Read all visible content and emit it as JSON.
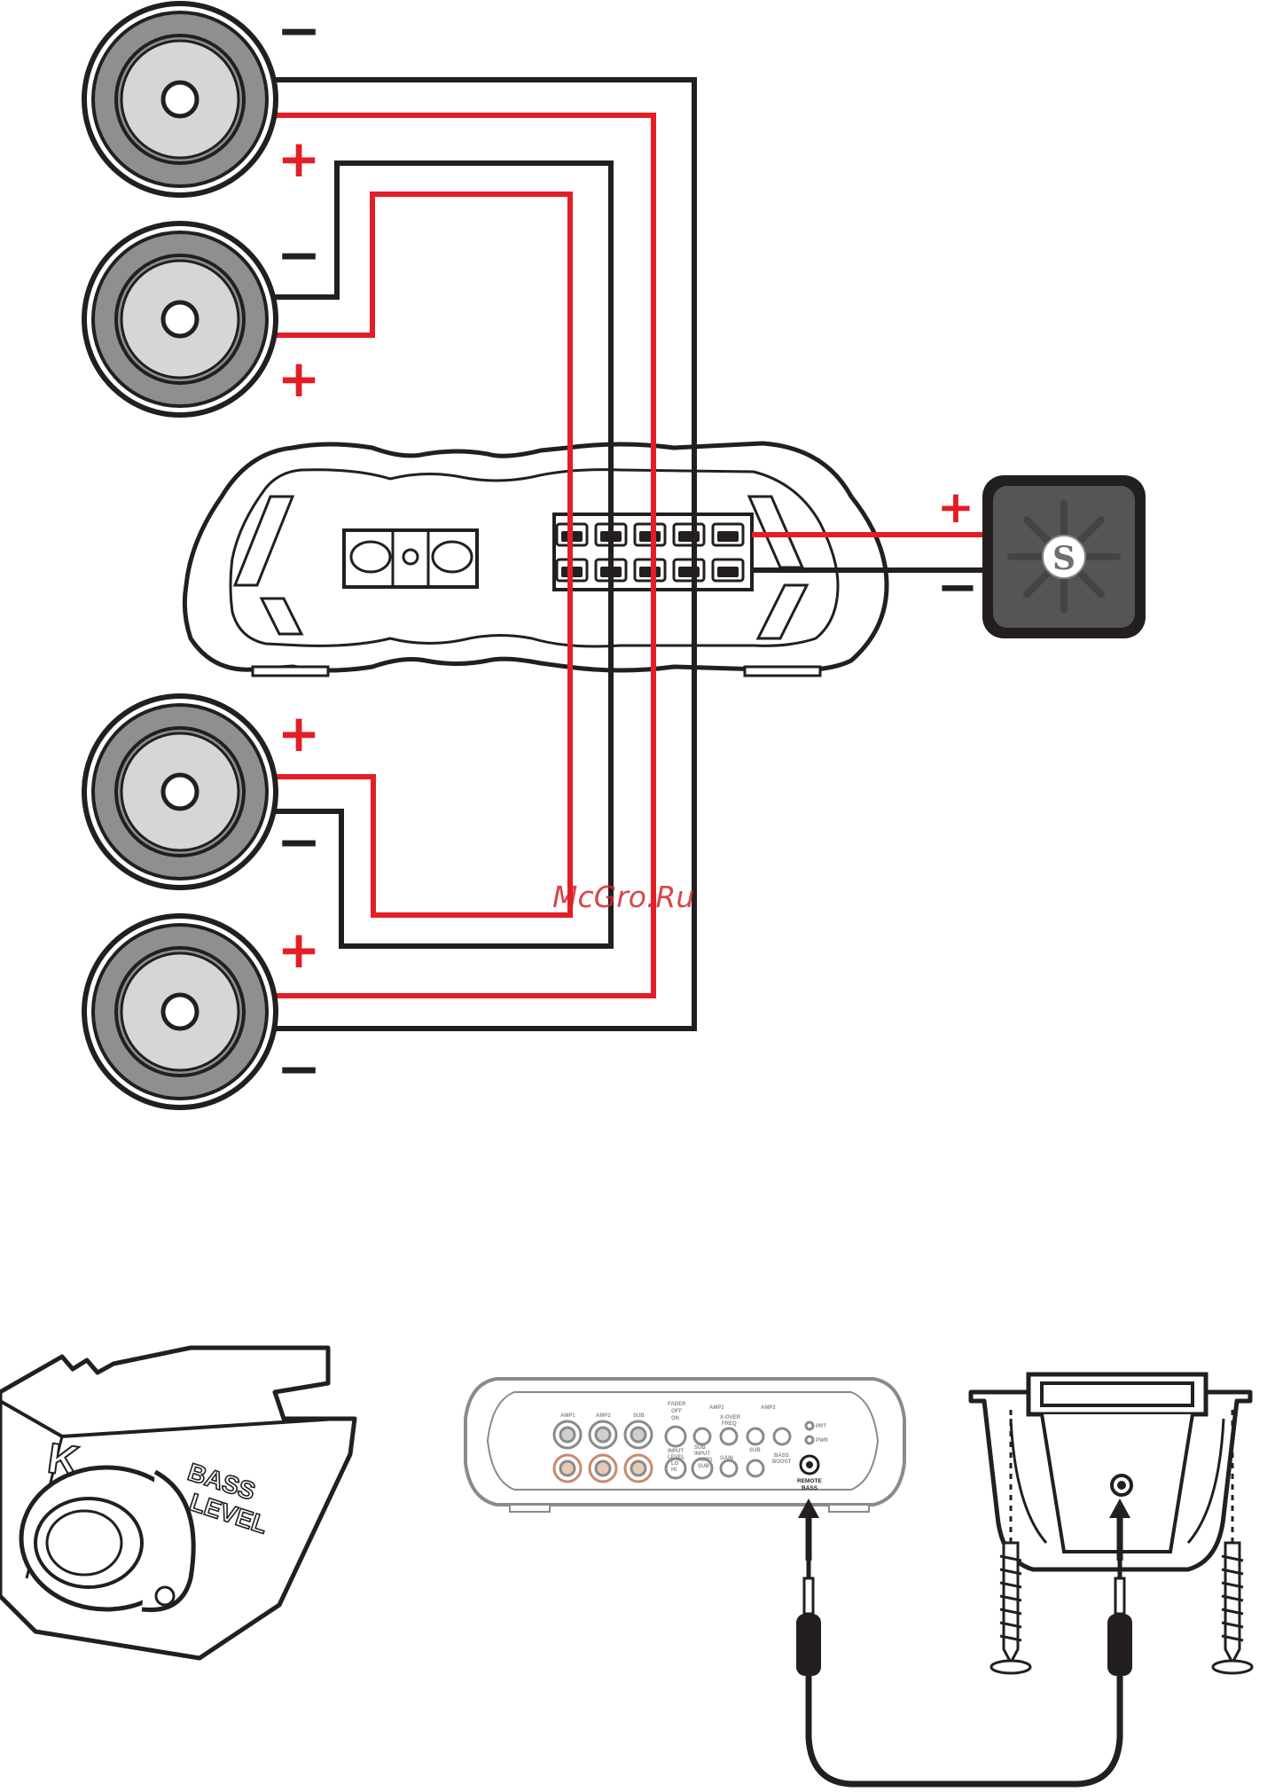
{
  "colors": {
    "positive_wire": "#e41e26",
    "negative_wire": "#231f20",
    "speaker_cone": "#d6d6d6",
    "speaker_surround": "#8f8f8f",
    "remote_body": "#555555",
    "watermark": "#d4242a"
  },
  "polarity": {
    "plus": "+",
    "minus": "−"
  },
  "watermark": "McGro.Ru",
  "logo": "S",
  "remote_knob": {
    "brand_mark": "K",
    "label_line1": "BASS",
    "label_line2": "LEVEL"
  },
  "amp_panel": {
    "inputs_top": [
      "AMP1",
      "AMP2",
      "SUB"
    ],
    "fader": [
      "FADER",
      "OFF",
      "ON"
    ],
    "input_level": [
      "INPUT",
      "LEVEL",
      "LO",
      "HI"
    ],
    "sub_input": [
      "SUB",
      "INPUT",
      "AMP1",
      "SUB"
    ],
    "amp1_group": "AMP1",
    "amp2_group": "AMP2",
    "sub_group": "SUB",
    "crossover": [
      "X-OVER",
      "FREQ"
    ],
    "gain": "GAIN",
    "bass_boost": [
      "BASS",
      "BOOST"
    ],
    "status_leds": [
      "PRT",
      "PWR"
    ],
    "remote_jack": [
      "REMOTE",
      "BASS"
    ]
  }
}
